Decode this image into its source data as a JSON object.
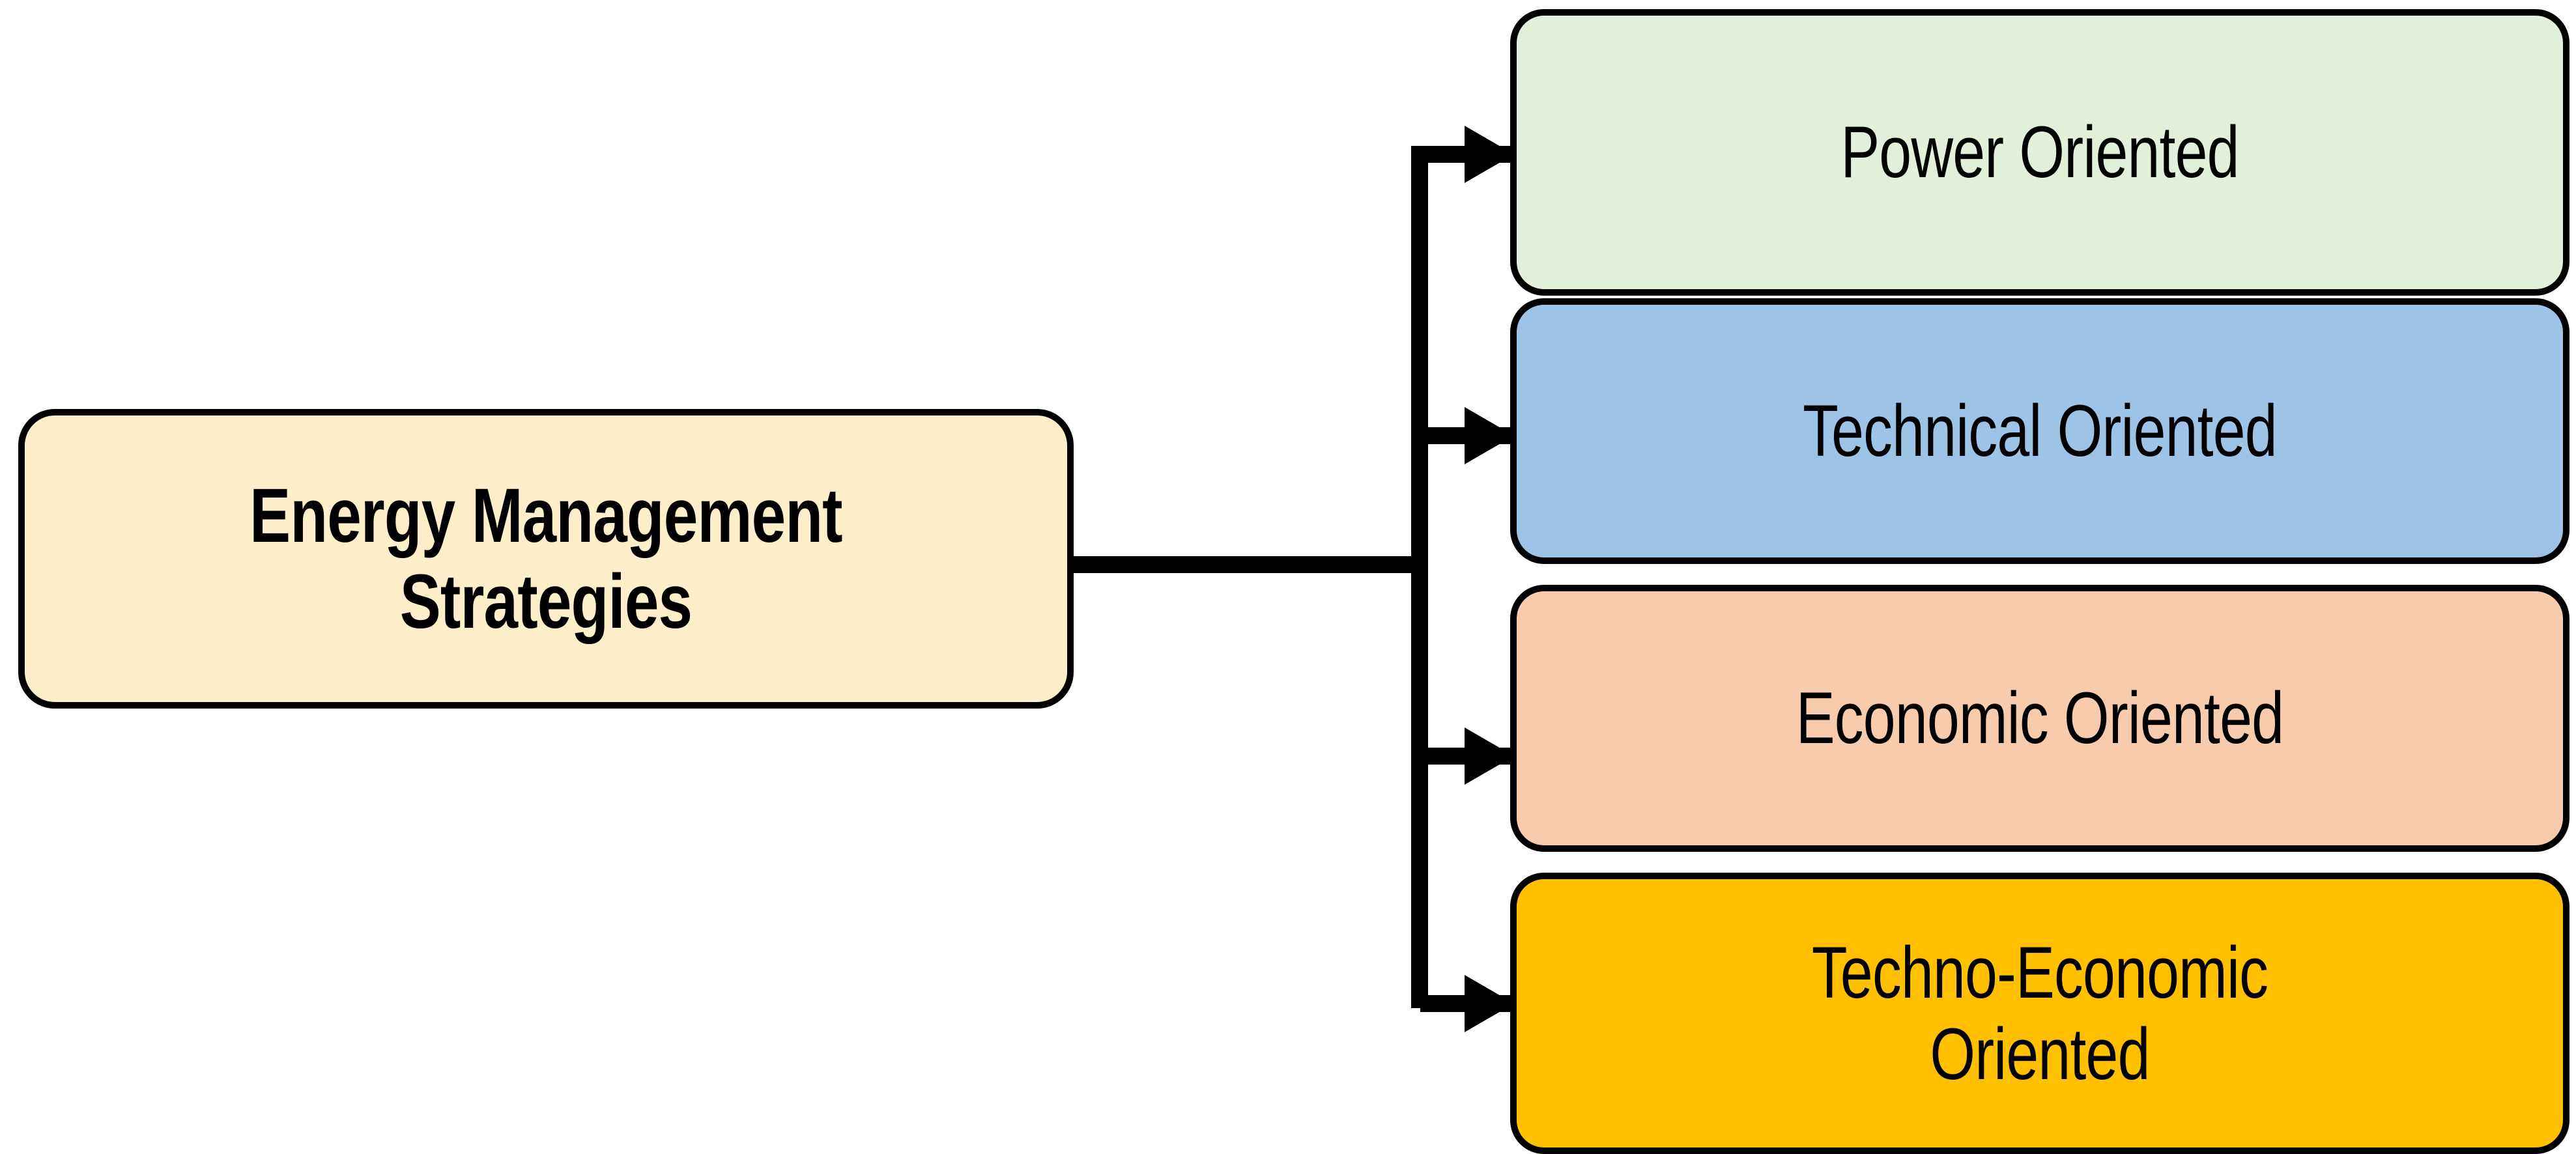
{
  "diagram": {
    "title": "Energy Management Strategies",
    "type": "hierarchy-tree",
    "orientation": "left-to-right",
    "background_color": "#FFFFFF",
    "connector_color": "#000000",
    "border_color": "#000000",
    "root": {
      "label": "Energy Management\nStrategies",
      "fill_color": "#FDEFC9",
      "bold": true
    },
    "branches": [
      {
        "label": "Power Oriented",
        "fill_color": "#E2EFDA",
        "arrow": "arrow-right-icon"
      },
      {
        "label": "Technical Oriented",
        "fill_color": "#9DC3E6",
        "arrow": "arrow-right-icon"
      },
      {
        "label": "Economic Oriented",
        "fill_color": "#F8CBAD",
        "arrow": "arrow-right-icon"
      },
      {
        "label": "Techno-Economic\nOriented",
        "fill_color": "#FFC000",
        "arrow": "arrow-right-icon"
      }
    ]
  }
}
